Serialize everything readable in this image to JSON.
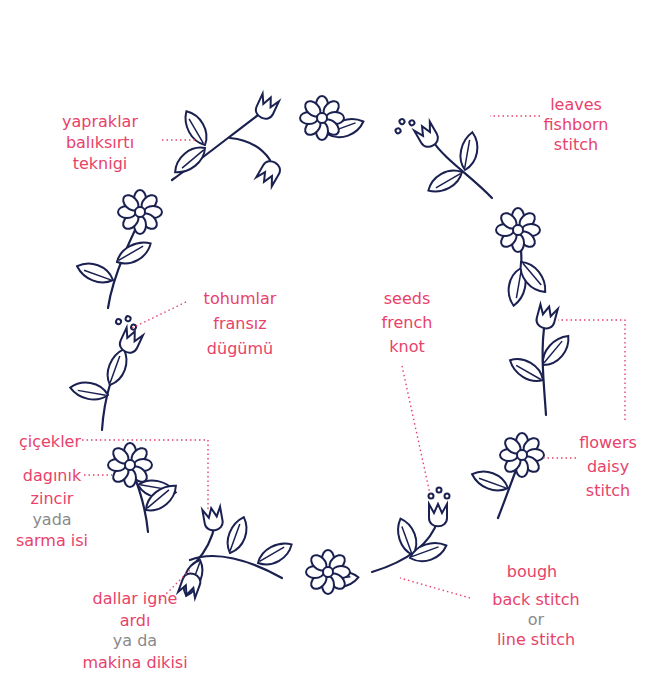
{
  "diagram": {
    "labels": [
      "yapraklar balıksırtı teknigi",
      "tohumlar fransız dügümü",
      "çiçekler",
      "dagınık zincir",
      "yada",
      "sarma isi",
      "dallar igne ardı",
      "ya da",
      "makina dikisi",
      "leaves fishborn stitch",
      "seeds french knot",
      "flowers daisy stitch",
      "bough",
      "back stitch",
      "or",
      "line stitch"
    ]
  }
}
